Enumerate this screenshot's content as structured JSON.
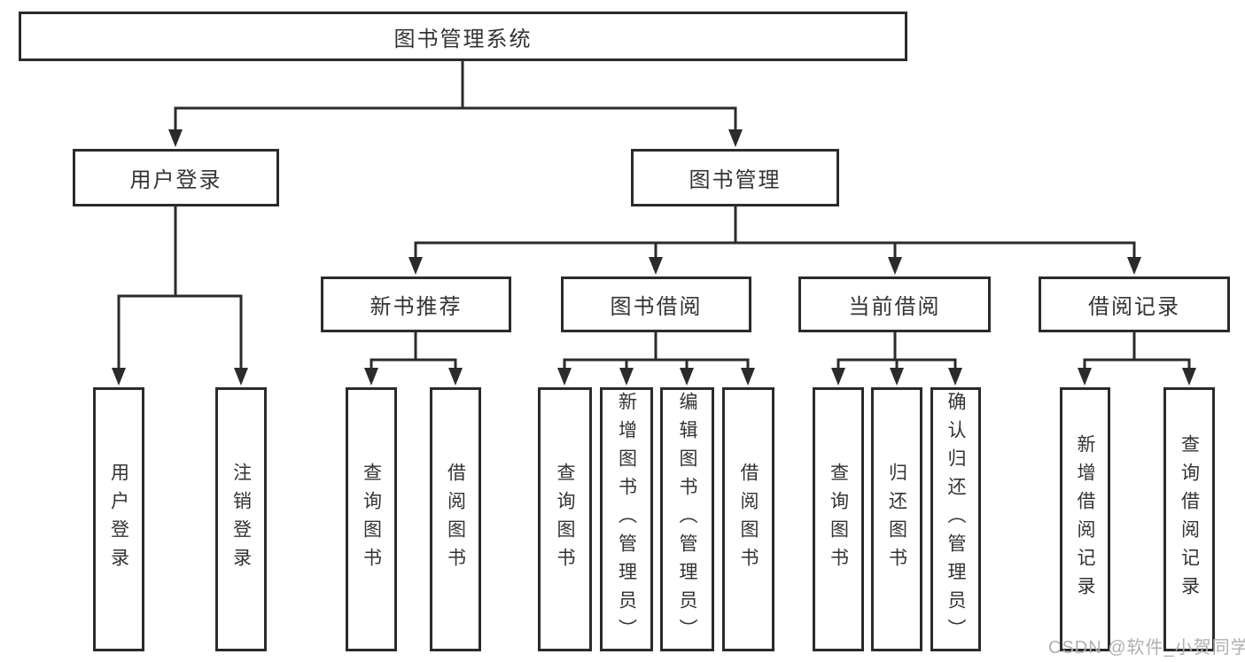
{
  "tree": {
    "label": "图书管理系统",
    "children": [
      {
        "label": "用户登录",
        "children": [
          {
            "label": "用户登录"
          },
          {
            "label": "注销登录"
          }
        ]
      },
      {
        "label": "图书管理",
        "children": [
          {
            "label": "新书推荐",
            "children": [
              {
                "label": "查询图书"
              },
              {
                "label": "借阅图书"
              }
            ]
          },
          {
            "label": "图书借阅",
            "children": [
              {
                "label": "查询图书"
              },
              {
                "label": "新增图书（管理员）"
              },
              {
                "label": "编辑图书（管理员）"
              },
              {
                "label": "借阅图书"
              }
            ]
          },
          {
            "label": "当前借阅",
            "children": [
              {
                "label": "查询图书"
              },
              {
                "label": "归还图书"
              },
              {
                "label": "确认归还（管理员）"
              }
            ]
          },
          {
            "label": "借阅记录",
            "children": [
              {
                "label": "新增借阅记录"
              },
              {
                "label": "查询借阅记录"
              }
            ]
          }
        ]
      }
    ]
  },
  "watermark": {
    "text": "CSDN @软件_小贺同学"
  },
  "colors": {
    "line": "#2b2b2b",
    "text": "#333333",
    "watermark": "#b0b0b0",
    "background": "#ffffff"
  }
}
